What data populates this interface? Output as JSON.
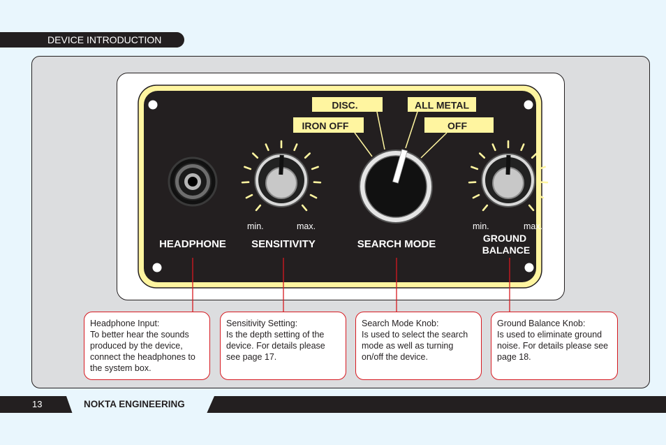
{
  "header": {
    "section_title": "DEVICE INTRODUCTION"
  },
  "panel": {
    "headphone_label": "HEADPHONE",
    "sensitivity_label": "SENSITIVITY",
    "search_mode_label": "SEARCH MODE",
    "ground_balance_label_line1": "GROUND",
    "ground_balance_label_line2": "BALANCE",
    "knob_min": "min.",
    "knob_max": "max.",
    "modes": {
      "disc": "DISC.",
      "all_metal": "ALL METAL",
      "iron_off": "IRON OFF",
      "off": "OFF"
    },
    "colors": {
      "panel_bg": "#231f20",
      "accent_yellow": "#fff5a0",
      "callout_line": "#d71920"
    }
  },
  "callouts": [
    {
      "title": "Headphone Input:",
      "body": "To better hear the sounds produced by the device, connect the headphones to the system box."
    },
    {
      "title": "Sensitivity Setting:",
      "body": "Is the depth setting of the device. For details please see page 17."
    },
    {
      "title": "Search Mode Knob:",
      "body": "Is used to select the search mode as well as turning on/off the device."
    },
    {
      "title": "Ground Balance Knob:",
      "body": "Is used to eliminate ground noise. For details please see page 18."
    }
  ],
  "footer": {
    "page_number": "13",
    "brand": "NOKTA ENGINEERING"
  }
}
